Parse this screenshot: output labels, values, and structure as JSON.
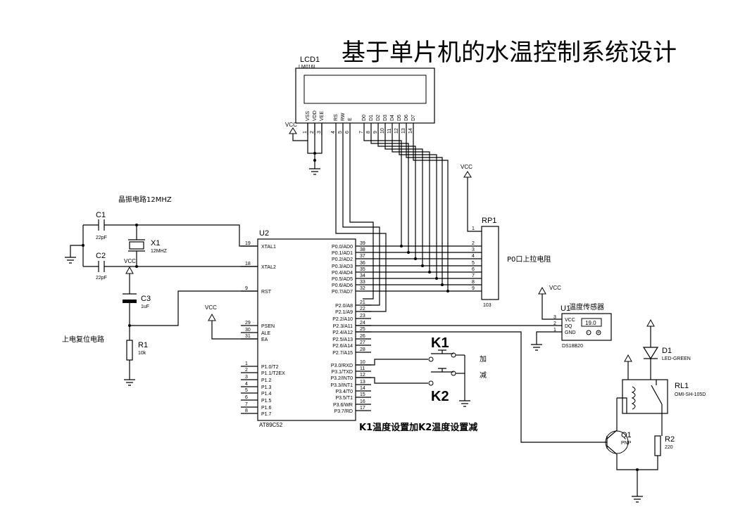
{
  "title": "基于单片机的水温控制系统设计",
  "lcd": {
    "ref": "LCD1",
    "model": "LM016L",
    "pins": [
      {
        "name": "VSS",
        "num": "1"
      },
      {
        "name": "VDD",
        "num": "2"
      },
      {
        "name": "VEE",
        "num": "3"
      },
      {
        "name": "RS",
        "num": "4"
      },
      {
        "name": "RW",
        "num": "5"
      },
      {
        "name": "E",
        "num": "6"
      },
      {
        "name": "D0",
        "num": "7"
      },
      {
        "name": "D1",
        "num": "8"
      },
      {
        "name": "D2",
        "num": "9"
      },
      {
        "name": "D3",
        "num": "10"
      },
      {
        "name": "D4",
        "num": "11"
      },
      {
        "name": "D5",
        "num": "12"
      },
      {
        "name": "D6",
        "num": "13"
      },
      {
        "name": "D7",
        "num": "14"
      }
    ]
  },
  "vcc_label": "VCC",
  "crystal": {
    "section_label": "晶振电路12MHZ",
    "c1_ref": "C1",
    "c1_val": "22pF",
    "c2_ref": "C2",
    "c2_val": "22pF",
    "x1_ref": "X1",
    "x1_val": "12MHZ"
  },
  "reset": {
    "section_label": "上电复位电路",
    "c3_ref": "C3",
    "c3_val": "1uF",
    "r1_ref": "R1",
    "r1_val": "10k"
  },
  "mcu": {
    "ref": "U2",
    "model": "AT89C52",
    "left_pins": [
      {
        "name": "XTAL1",
        "num": "19"
      },
      {
        "name": "XTAL2",
        "num": "18"
      },
      {
        "name": "RST",
        "num": "9"
      },
      {
        "name": "PSEN",
        "num": "29"
      },
      {
        "name": "ALE",
        "num": "30"
      },
      {
        "name": "EA",
        "num": "31"
      },
      {
        "name": "P1.0/T2",
        "num": "1"
      },
      {
        "name": "P1.1/T2EX",
        "num": "2"
      },
      {
        "name": "P1.2",
        "num": "3"
      },
      {
        "name": "P1.3",
        "num": "4"
      },
      {
        "name": "P1.4",
        "num": "5"
      },
      {
        "name": "P1.5",
        "num": "6"
      },
      {
        "name": "P1.6",
        "num": "7"
      },
      {
        "name": "P1.7",
        "num": "8"
      }
    ],
    "right_pins": [
      {
        "name": "P0.0/AD0",
        "num": "39"
      },
      {
        "name": "P0.1/AD1",
        "num": "38"
      },
      {
        "name": "P0.2/AD2",
        "num": "37"
      },
      {
        "name": "P0.3/AD3",
        "num": "36"
      },
      {
        "name": "P0.4/AD4",
        "num": "35"
      },
      {
        "name": "P0.5/AD5",
        "num": "34"
      },
      {
        "name": "P0.6/AD6",
        "num": "33"
      },
      {
        "name": "P0.7/AD7",
        "num": "32"
      },
      {
        "name": "P2.0/A8",
        "num": "21"
      },
      {
        "name": "P2.1/A9",
        "num": "22"
      },
      {
        "name": "P2.2/A10",
        "num": "23"
      },
      {
        "name": "P2.3/A11",
        "num": "24"
      },
      {
        "name": "P2.4/A12",
        "num": "25"
      },
      {
        "name": "P2.5/A13",
        "num": "26"
      },
      {
        "name": "P2.6/A14",
        "num": "27"
      },
      {
        "name": "P2.7/A15",
        "num": "28"
      },
      {
        "name": "P3.0/RXD",
        "num": "10"
      },
      {
        "name": "P3.1/TXD",
        "num": "11"
      },
      {
        "name": "P3.2/INT0",
        "num": "12"
      },
      {
        "name": "P3.3/INT1",
        "num": "13"
      },
      {
        "name": "P3.4/T0",
        "num": "14"
      },
      {
        "name": "P3.5/T1",
        "num": "15"
      },
      {
        "name": "P3.6/WR",
        "num": "16"
      },
      {
        "name": "P3.7/RD",
        "num": "17"
      }
    ]
  },
  "rp1": {
    "ref": "RP1",
    "val": "103",
    "label": "P0口上拉电阻",
    "pins": [
      "1",
      "2",
      "3",
      "4",
      "5",
      "6",
      "7",
      "8",
      "9"
    ]
  },
  "sensor": {
    "ref": "U1",
    "label": "温度传感器",
    "model": "DS18B20",
    "reading": "19.0",
    "pins": [
      {
        "name": "VCC",
        "num": "3"
      },
      {
        "name": "DQ",
        "num": "2"
      },
      {
        "name": "GND",
        "num": "1"
      }
    ]
  },
  "keys": {
    "k1": "K1",
    "k2": "K2",
    "add_label": "加",
    "sub_label": "减",
    "caption": "K1温度设置加K2温度设置减"
  },
  "output": {
    "d1_ref": "D1",
    "d1_val": "LED-GREEN",
    "rl1_ref": "RL1",
    "rl1_val": "OMI-SH-105D",
    "q1_ref": "Q1",
    "q1_val": "PNP",
    "r2_ref": "R2",
    "r2_val": "220"
  }
}
